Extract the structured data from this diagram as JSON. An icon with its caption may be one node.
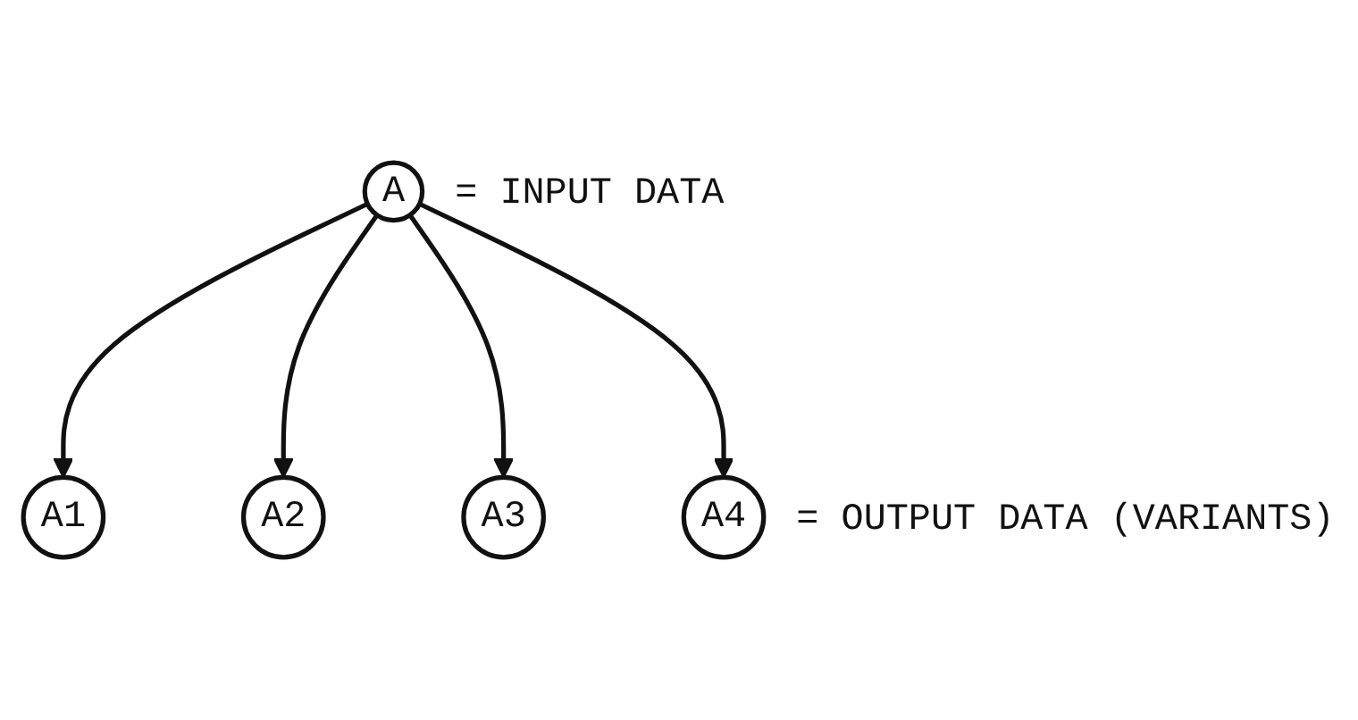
{
  "diagram": {
    "nodes": [
      {
        "text": [
          "A"
        ],
        "beside": [
          "= INPUT DATA"
        ]
      },
      {
        "text": [
          "A1"
        ]
      },
      {
        "text": [
          "A2"
        ]
      },
      {
        "text": [
          "A3"
        ]
      },
      {
        "text": [
          "A4"
        ],
        "beside": [
          "= OUTPUT DATA (VARIANTS)"
        ]
      }
    ],
    "edges": [
      {
        "from": 0,
        "to": 1,
        "arrow": "to"
      },
      {
        "from": 0,
        "to": 2,
        "arrow": "to"
      },
      {
        "from": 0,
        "to": 3,
        "arrow": "to"
      },
      {
        "from": 0,
        "to": 4,
        "arrow": "to"
      }
    ]
  }
}
